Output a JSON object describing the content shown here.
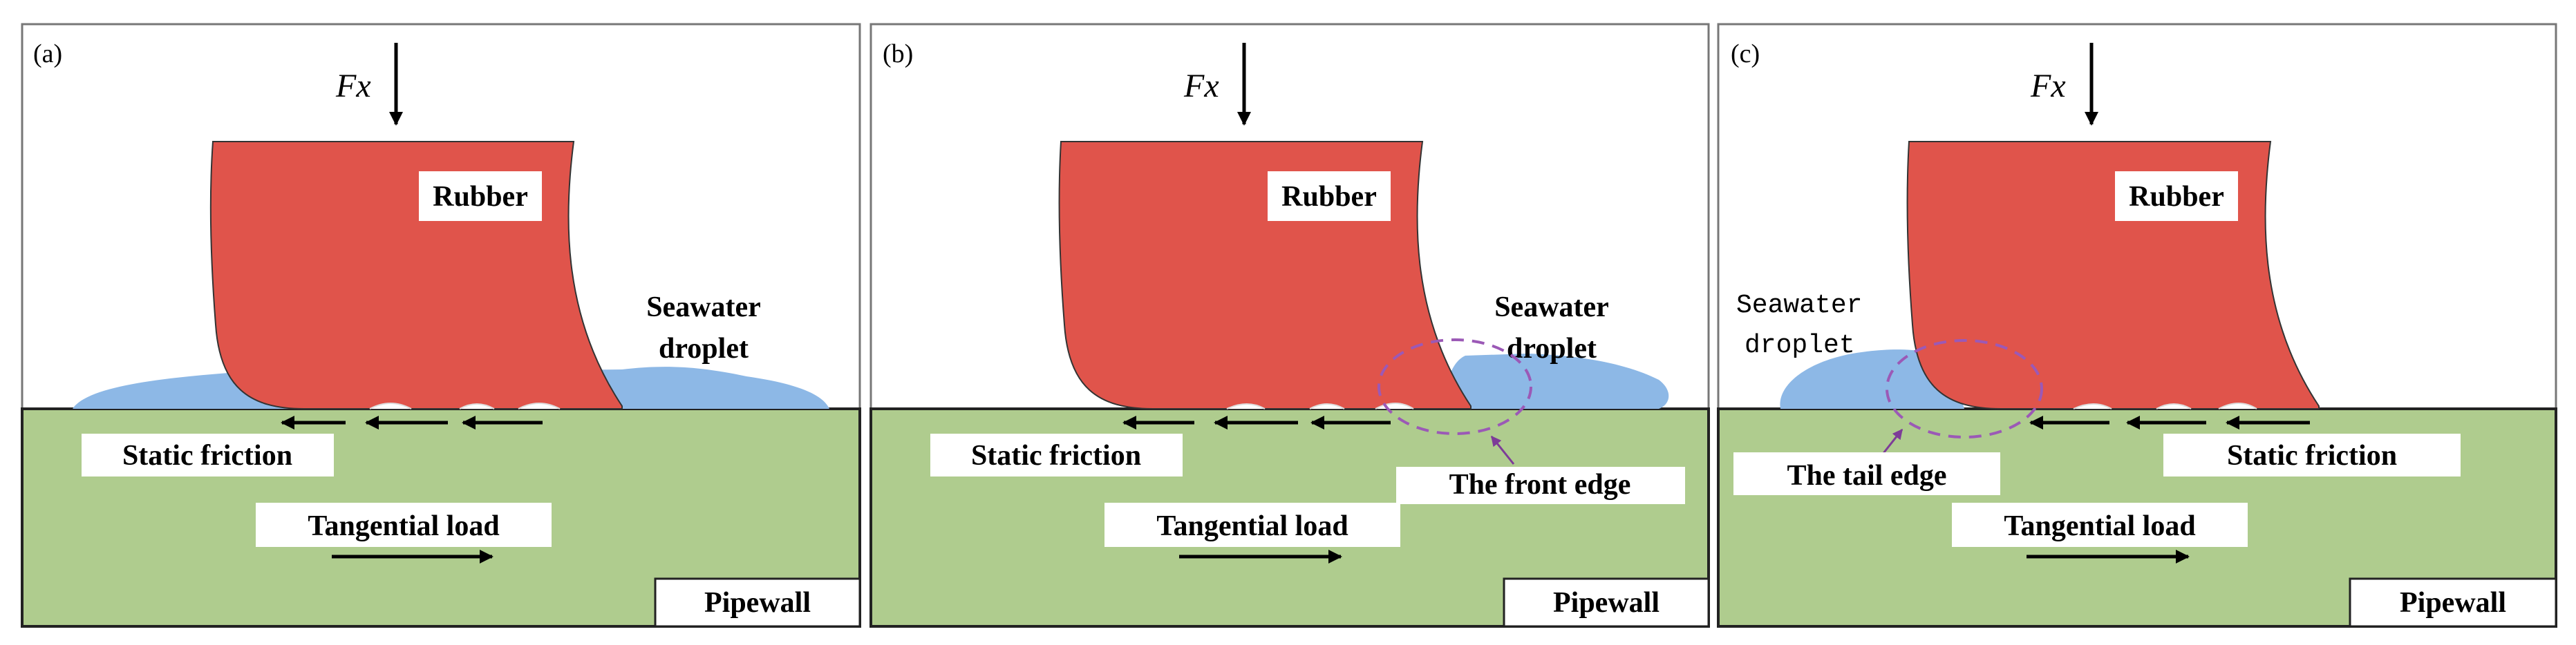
{
  "colors": {
    "rubber": "#e0544b",
    "water": "#8db8e6",
    "pipewall": "#afcc8e",
    "circle": "#9b59b6"
  },
  "panels": [
    {
      "tag": "(a)",
      "force": "Fx",
      "rubber_label": "Rubber",
      "droplet_line1": "Seawater",
      "droplet_line2": "droplet",
      "static_friction": "Static friction",
      "tangential_load": "Tangential load",
      "pipewall": "Pipewall"
    },
    {
      "tag": "(b)",
      "force": "Fx",
      "rubber_label": "Rubber",
      "droplet_line1": "Seawater",
      "droplet_line2": "droplet",
      "static_friction": "Static friction",
      "tangential_load": "Tangential load",
      "edge_label": "The front edge",
      "pipewall": "Pipewall"
    },
    {
      "tag": "(c)",
      "force": "Fx",
      "rubber_label": "Rubber",
      "droplet_line1": "Seawater",
      "droplet_line2": "droplet",
      "static_friction": "Static friction",
      "tangential_load": "Tangential load",
      "edge_label": "The tail edge",
      "pipewall": "Pipewall"
    }
  ]
}
